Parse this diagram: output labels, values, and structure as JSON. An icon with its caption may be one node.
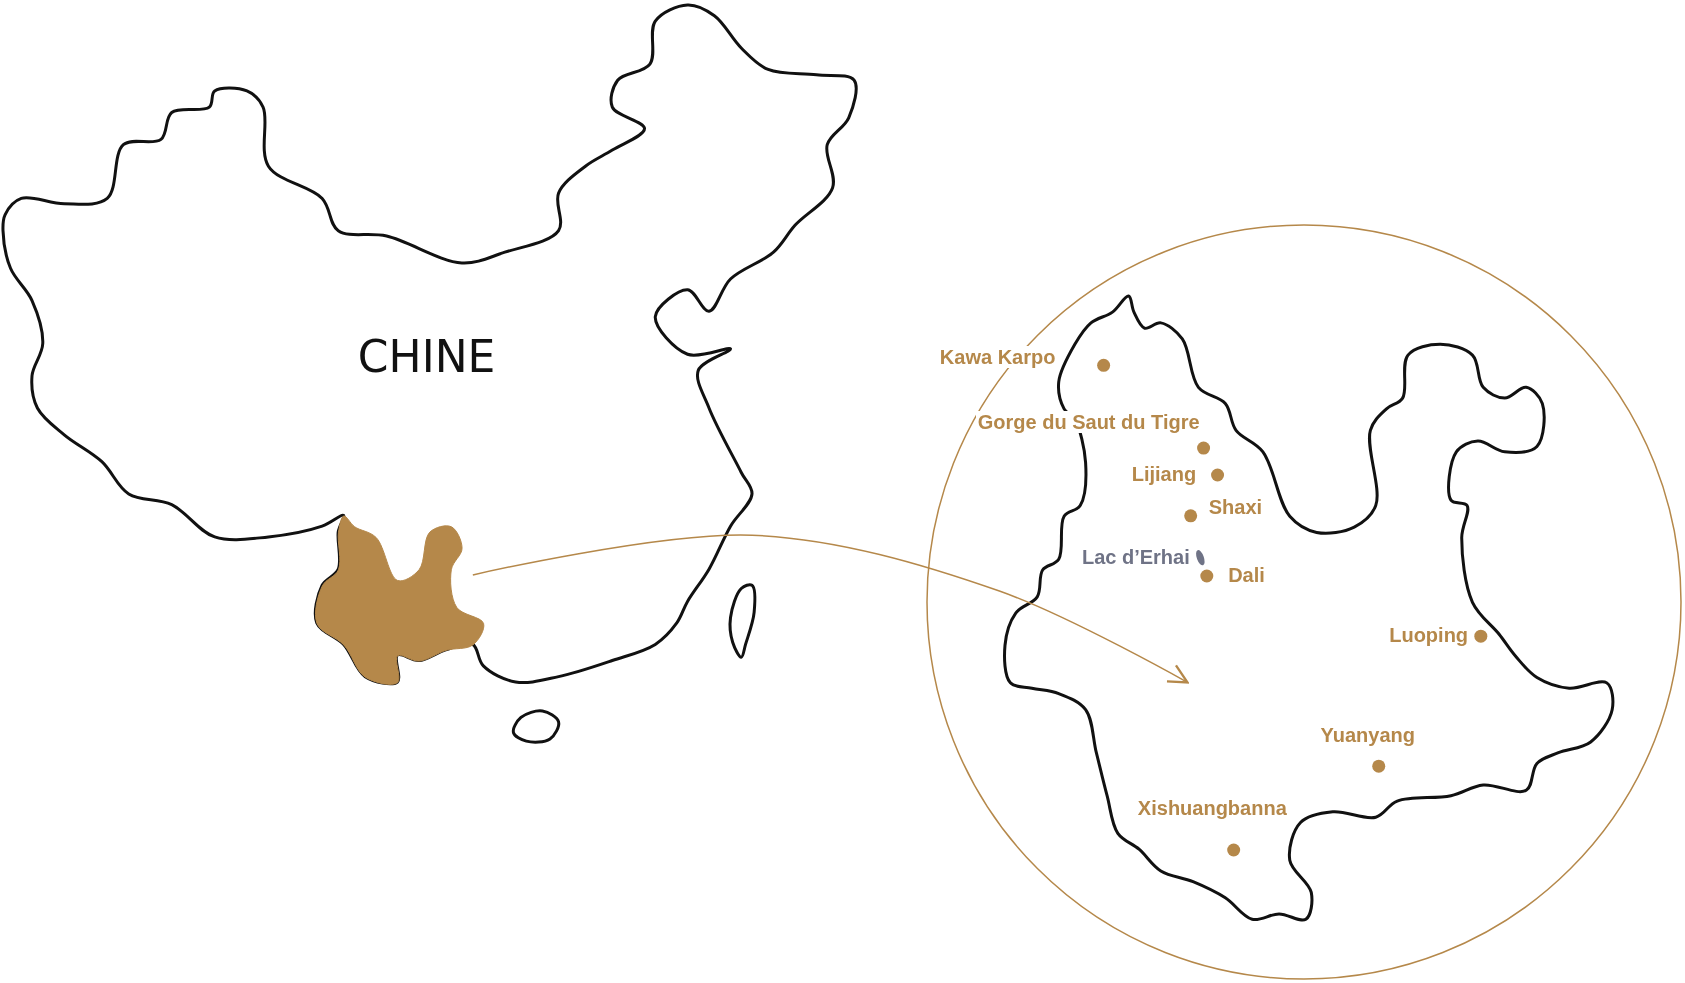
{
  "diagram": {
    "nodes": [
      {
        "text": [
          "CHINE"
        ]
      },
      {
        "text": [],
        "shape": "picture",
        "in": 0
      },
      {
        "text": [],
        "shape": "circle"
      },
      {
        "text": [],
        "shape": "picture",
        "in": 2
      }
    ],
    "edges": [
      {
        "from": 1,
        "to": 3,
        "arrow": "to"
      }
    ],
    "labels": [
      "Kawa Karpo",
      "Gorge du Saut du Tigre",
      "Lijiang",
      "Shaxi",
      "Lac d’Erhai",
      "Dali",
      "Luoping",
      "Yuanyang",
      "Xishuangbanna"
    ]
  }
}
